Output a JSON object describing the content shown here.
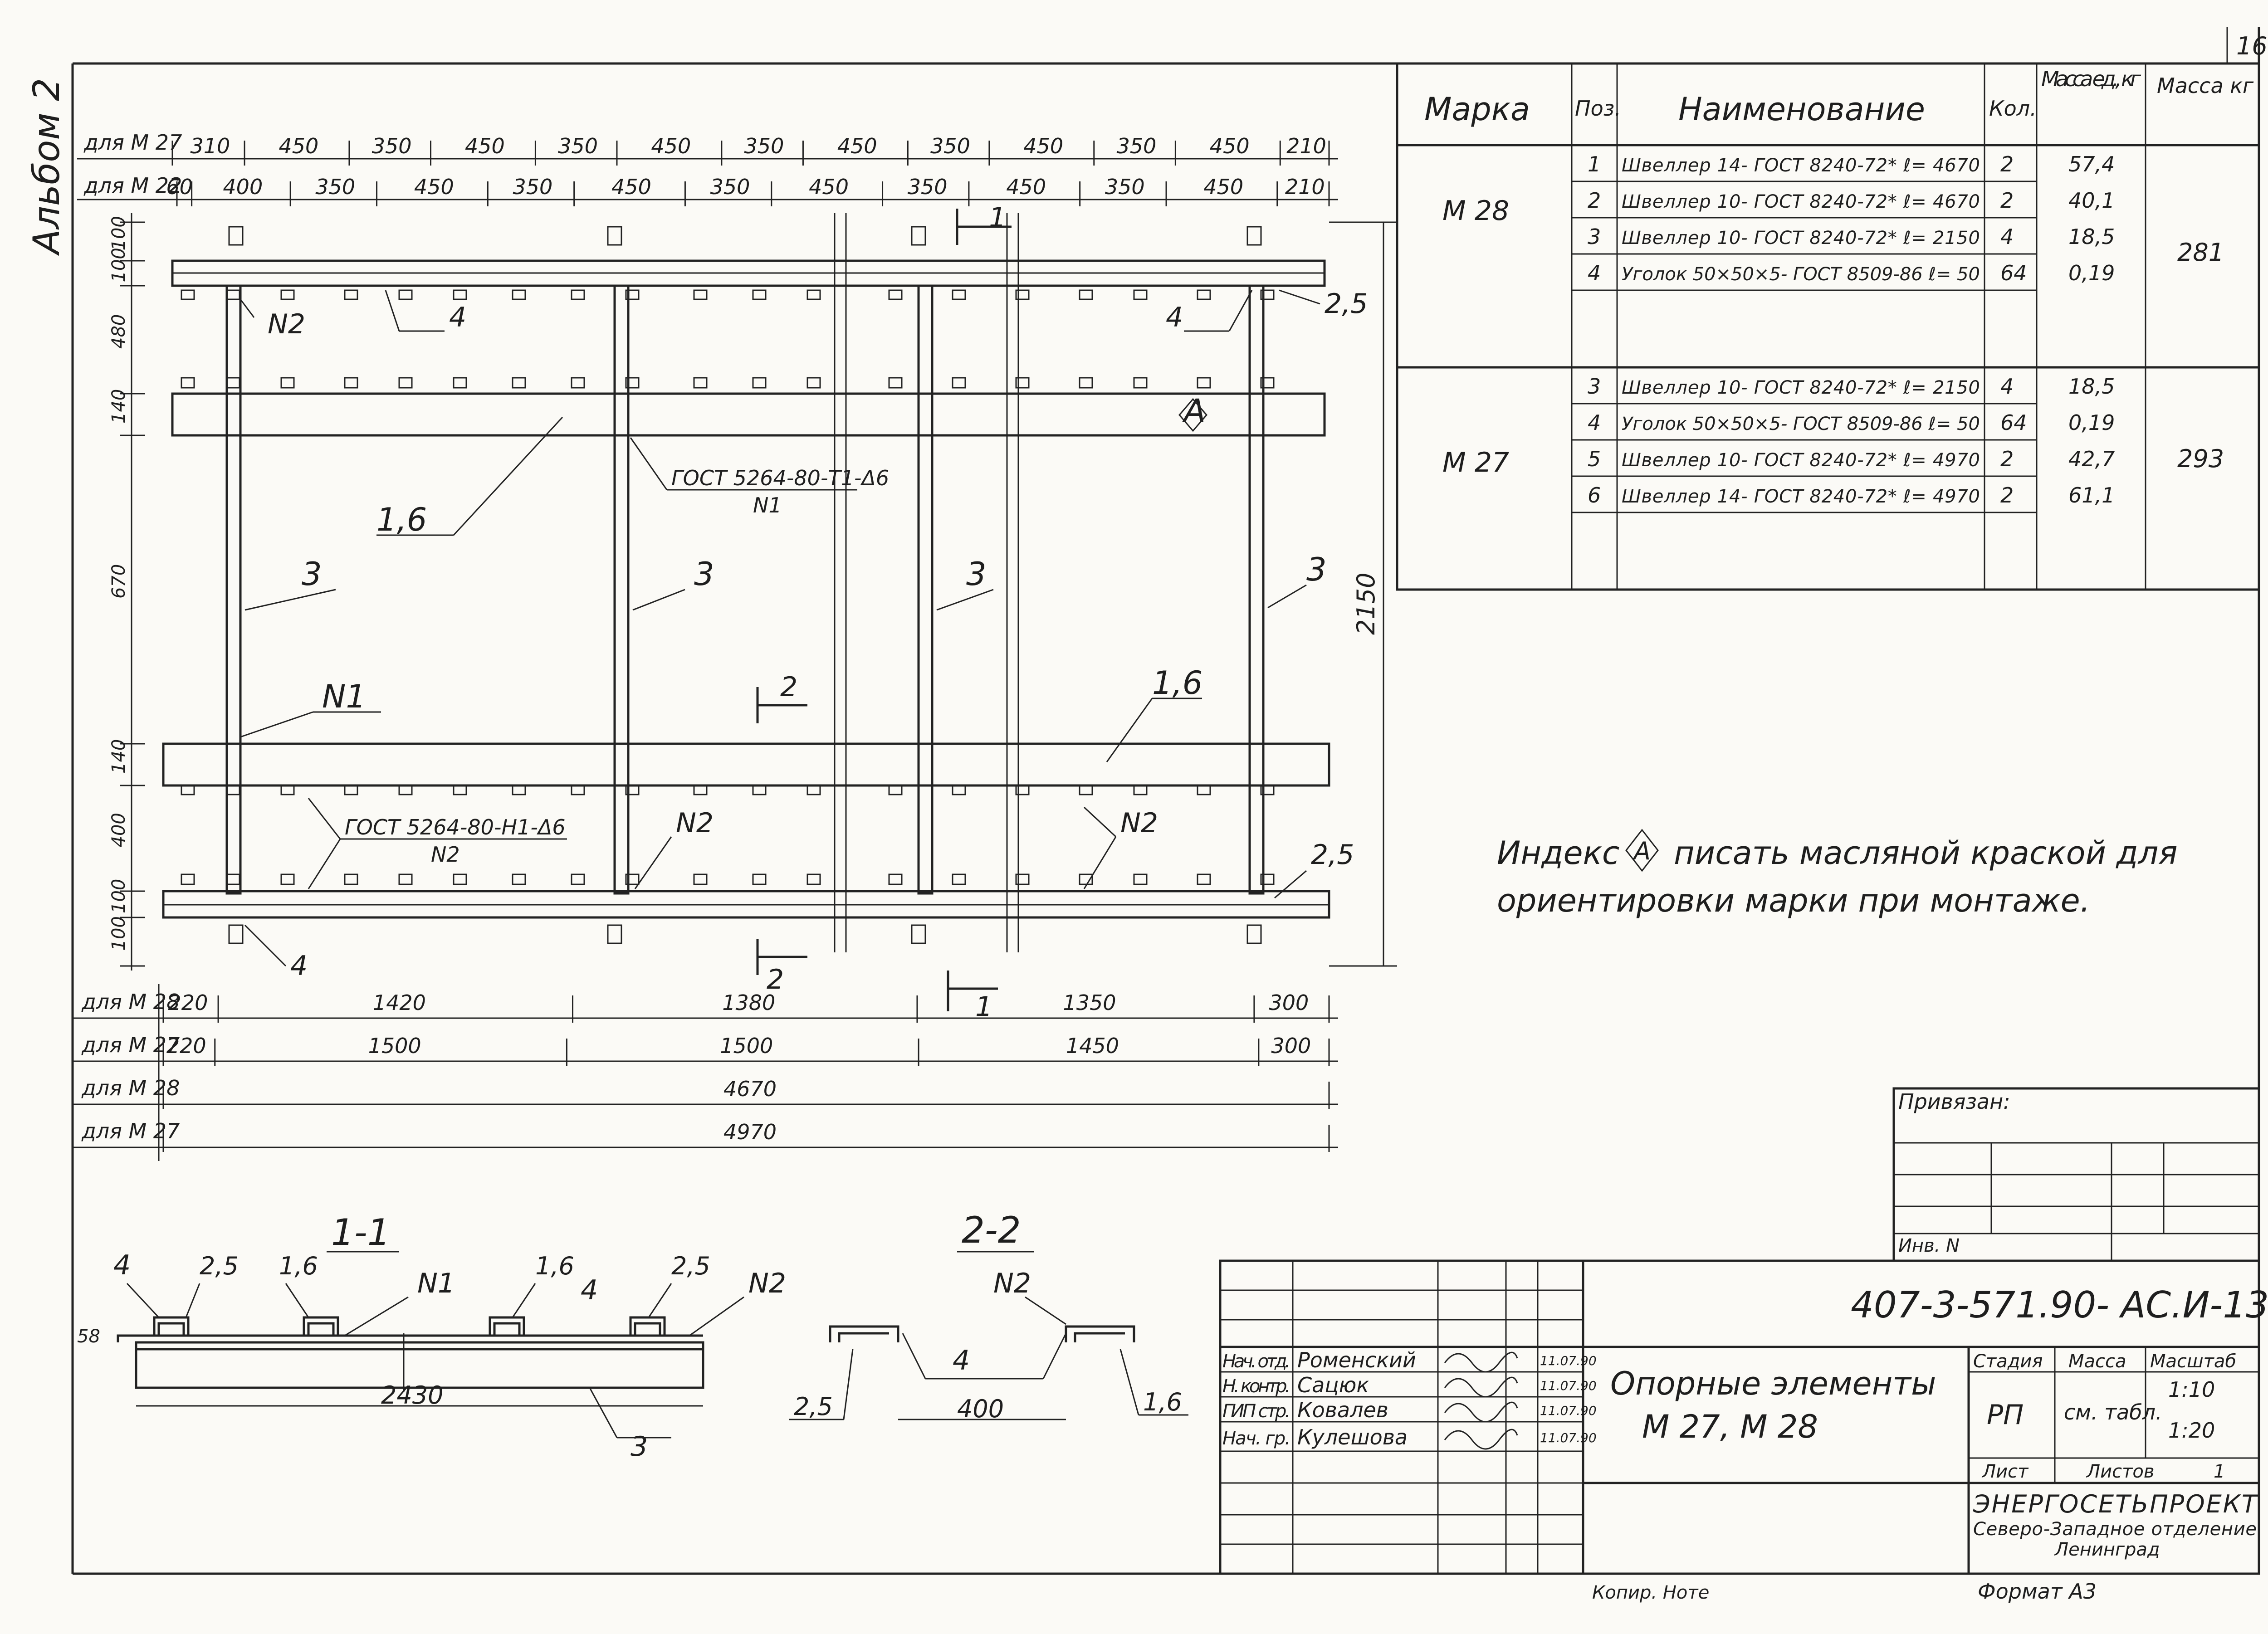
{
  "sheet_number": "16",
  "album": "Альбом 2",
  "dims_top_m27": {
    "label": "для М 27",
    "values": [
      "310",
      "450",
      "350",
      "450",
      "350",
      "450",
      "350",
      "450",
      "350",
      "450",
      "350",
      "450",
      "210"
    ]
  },
  "dims_top_m22": {
    "label": "для М 22",
    "values": [
      "60",
      "400",
      "350",
      "450",
      "350",
      "450",
      "350",
      "450",
      "350",
      "450",
      "350",
      "450",
      "210"
    ]
  },
  "dims_left": [
    "100",
    "100",
    "480",
    "140",
    "670",
    "140",
    "400",
    "100",
    "100"
  ],
  "dim_total_height": "2150",
  "dims_bottom": [
    {
      "label": "для М 28",
      "values": [
        "220",
        "1420",
        "1380",
        "1350",
        "300"
      ]
    },
    {
      "label": "для М 27",
      "values": [
        "220",
        "1500",
        "1500",
        "1450",
        "300"
      ]
    },
    {
      "label": "для М 28",
      "values": [
        "4670"
      ]
    },
    {
      "label": "для М 27",
      "values": [
        "4970"
      ]
    }
  ],
  "callouts": {
    "n2": "N2",
    "n1": "N1",
    "pos4": "4",
    "pos3": "3",
    "pos16": "1,6",
    "pos25": "2,5",
    "gost_top": "ГОСТ 5264-80-Т1-Δ6",
    "gost_top_n": "N1",
    "gost_bottom": "ГОСТ 5264-80-Н1-Δ6",
    "gost_bottom_n": "N2",
    "mark_a": "А",
    "cut1": "1",
    "cut2": "2"
  },
  "section_1_1": {
    "title": "1-1",
    "dim_width": "2430",
    "dim_height": "58"
  },
  "section_2_2": {
    "title": "2-2",
    "dim_width": "400"
  },
  "spec_table": {
    "headers": {
      "mark": "Марка",
      "pos": "Поз.",
      "name": "Наименование",
      "qty": "Кол.",
      "mass_unit": "Масса ед., кг",
      "mass": "Масса кг"
    },
    "groups": [
      {
        "mark": "М 28",
        "mass": "281",
        "rows": [
          {
            "pos": "1",
            "name": "Швеллер 14- ГОСТ 8240-72* ℓ= 4670",
            "qty": "2",
            "mass_unit": "57,4"
          },
          {
            "pos": "2",
            "name": "Швеллер 10- ГОСТ 8240-72* ℓ= 4670",
            "qty": "2",
            "mass_unit": "40,1"
          },
          {
            "pos": "3",
            "name": "Швеллер 10- ГОСТ 8240-72* ℓ= 2150",
            "qty": "4",
            "mass_unit": "18,5"
          },
          {
            "pos": "4",
            "name": "Уголок 50×50×5- ГОСТ 8509-86 ℓ= 50",
            "qty": "64",
            "mass_unit": "0,19"
          }
        ]
      },
      {
        "mark": "М 27",
        "mass": "293",
        "rows": [
          {
            "pos": "3",
            "name": "Швеллер 10- ГОСТ 8240-72* ℓ= 2150",
            "qty": "4",
            "mass_unit": "18,5"
          },
          {
            "pos": "4",
            "name": "Уголок 50×50×5- ГОСТ 8509-86 ℓ= 50",
            "qty": "64",
            "mass_unit": "0,19"
          },
          {
            "pos": "5",
            "name": "Швеллер 10- ГОСТ 8240-72* ℓ= 4970",
            "qty": "2",
            "mass_unit": "42,7"
          },
          {
            "pos": "6",
            "name": "Швеллер 14- ГОСТ 8240-72* ℓ= 4970",
            "qty": "2",
            "mass_unit": "61,1"
          }
        ]
      }
    ]
  },
  "note": {
    "line1_a": "Индекс",
    "mark": "А",
    "line1_b": "писать масляной краской для",
    "line2": "ориентировки марки при монтаже."
  },
  "bind_block": {
    "title": "Привязан:",
    "inv": "Инв. N"
  },
  "title_block": {
    "doc_code": "407-3-571.90- АС.И-13",
    "name_line1": "Опорные элементы",
    "name_line2": "М 27, М 28",
    "people": [
      {
        "role": "Нач. отд.",
        "name": "Роменский",
        "date": "11.07.90"
      },
      {
        "role": "Н. контр.",
        "name": "Сацюк",
        "date": "11.07.90"
      },
      {
        "role": "ГИП стр.",
        "name": "Ковалев",
        "date": "11.07.90"
      },
      {
        "role": "Нач. гр.",
        "name": "Кулешова",
        "date": "11.07.90"
      }
    ],
    "stage_header": "Стадия",
    "mass_header": "Масса",
    "scale_header": "Масштаб",
    "stage": "РП",
    "mass_value": "см. табл.",
    "scale1": "1:10",
    "scale2": "1:20",
    "sheet_label": "Лист",
    "sheets_label": "Листов",
    "sheets_value": "1",
    "org1": "ЭНЕРГОСЕТЬПРОЕКТ",
    "org2": "Северо-Западное отделение",
    "org3": "Ленинград"
  },
  "footer": {
    "copied": "Копир. Ноте",
    "format": "Формат А3"
  }
}
